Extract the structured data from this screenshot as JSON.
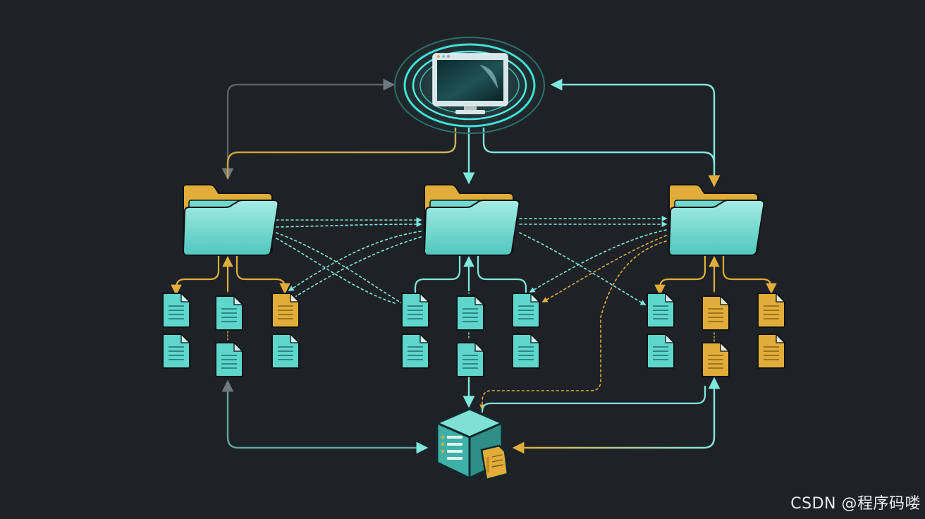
{
  "diagram": {
    "central_node": {
      "icon": "computer-monitor-icon"
    },
    "folders": [
      {
        "icon": "folder-icon",
        "files": [
          "teal",
          "teal",
          "gold",
          "teal",
          "teal",
          "teal"
        ]
      },
      {
        "icon": "folder-icon",
        "files": [
          "teal",
          "teal",
          "teal",
          "teal",
          "teal",
          "teal"
        ]
      },
      {
        "icon": "folder-icon",
        "files": [
          "teal",
          "gold",
          "gold",
          "teal",
          "gold",
          "gold"
        ]
      }
    ],
    "storage_node": {
      "icon": "server-cube-icon"
    },
    "colors": {
      "background": "#1e2226",
      "teal": "#5fd6cc",
      "teal_light": "#8ff0e8",
      "gold": "#e0ad3a",
      "gray": "#5b6268",
      "glow": "#3fe0d8"
    }
  },
  "watermark": "CSDN @程序码喽"
}
